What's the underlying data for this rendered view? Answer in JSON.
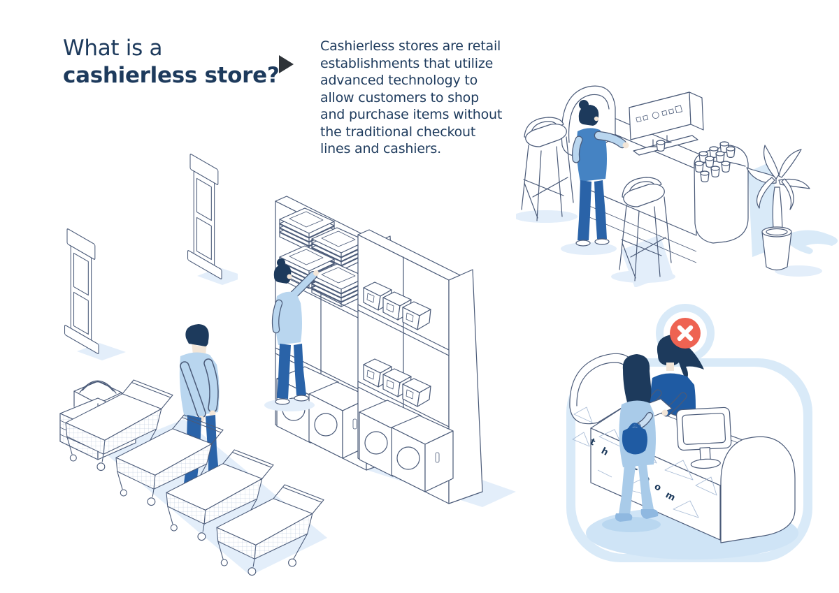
{
  "header": {
    "title_line1": "What is a",
    "title_line2": "cashierless store?",
    "pointer_icon": "right-triangle",
    "description_lines": [
      "Cashierless stores are retail",
      "establishments that utilize",
      "advanced technology to",
      "allow customers to shop",
      "and purchase items without",
      "the traditional checkout",
      "lines and cashiers."
    ]
  },
  "scenes": {
    "security_gates": "anti-theft-gate-pedestals",
    "cart_queue": "shopper-with-nested-carts-and-baskets",
    "shelves": "customer-browsing-store-shelves",
    "coffee_bar": "self-serve-coffee-bar-with-stools-and-plant",
    "checkout": "traditional-cashier-checkout-crossed-out"
  },
  "checkout": {
    "counter_letters": [
      "t",
      "h",
      "r",
      "o",
      "o",
      "m"
    ],
    "no_cashier_badge": {
      "icon": "x-circle",
      "color": "#ee6352"
    }
  },
  "palette": {
    "text": "#1d3a5c",
    "outline": "#4a5a78",
    "navy": "#1d3a5c",
    "blue_dark": "#2a63a8",
    "blue_strong": "#1f5ba3",
    "blue_mid": "#4583c3",
    "blue_light": "#b9d6ef",
    "blue_soft": "#a9cbe9",
    "pale_shadow": "#e3eefa",
    "halo": "#d9eaf8",
    "badge_red": "#ee6352",
    "pointer_dark": "#2e3338",
    "background": "#ffffff"
  }
}
